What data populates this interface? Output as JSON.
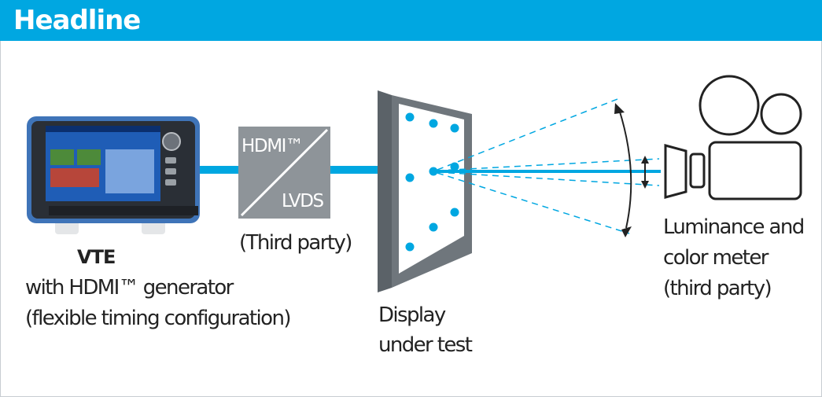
{
  "header": {
    "title": "Headline"
  },
  "vte": {
    "name": "VTE",
    "line1": "with HDMI™ generator",
    "line2": "(flexible timing configuration)"
  },
  "converter": {
    "input_label": "HDMI™",
    "output_label": "LVDS",
    "caption": "(Third party)"
  },
  "display": {
    "line1": "Display",
    "line2": "under test"
  },
  "meter": {
    "line1": "Luminance and",
    "line2": "color meter",
    "line3": "(third party)"
  },
  "colors": {
    "accent": "#00a7e1",
    "converter_box": "#8e9499",
    "display_frame": "#6f767c",
    "label_text": "#222222"
  },
  "icons": [
    "vte-instrument-icon",
    "converter-box-icon",
    "display-panel-icon",
    "camera-meter-icon"
  ]
}
